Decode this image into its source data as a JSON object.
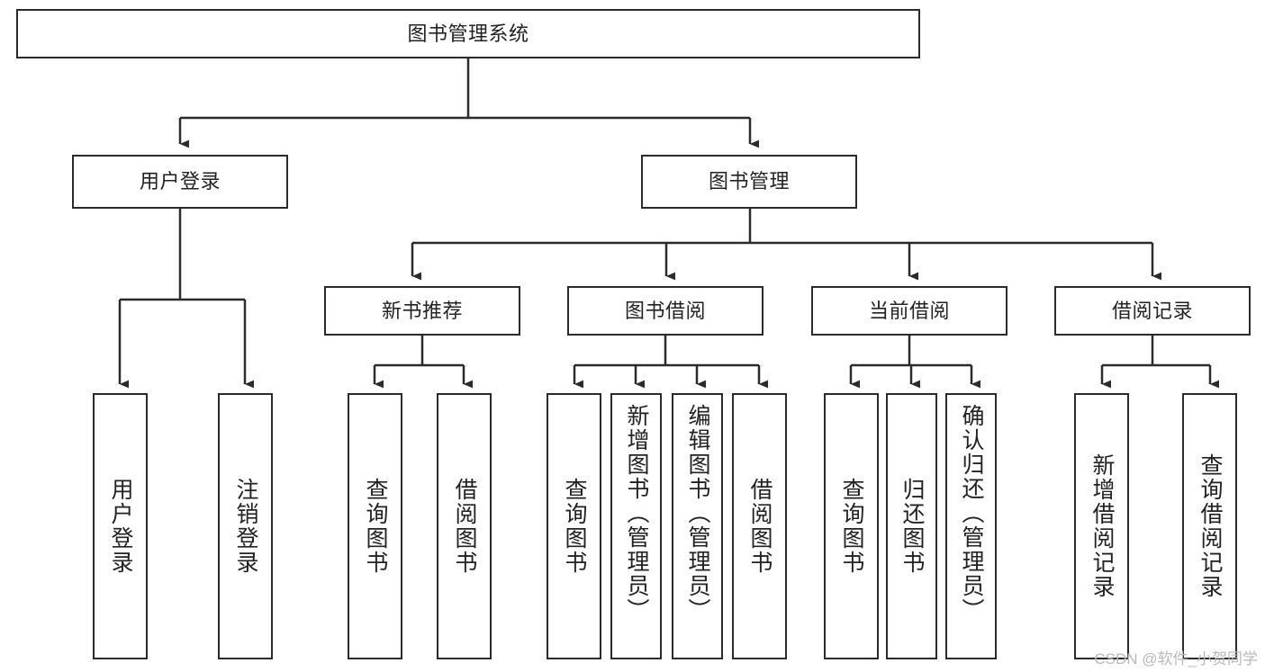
{
  "diagram": {
    "type": "tree-hierarchy-functional-decomposition",
    "title_text": "图书管理系统",
    "colors": {
      "box_border": "#2b2b2b",
      "box_fill": "#ffffff",
      "line": "#2b2b2b",
      "text": "#222222",
      "watermark": "#b9b9b9",
      "background": "#ffffff"
    },
    "root": {
      "label": "图书管理系统"
    },
    "level2": [
      {
        "label": "用户登录"
      },
      {
        "label": "图书管理"
      }
    ],
    "level3": [
      {
        "label": "新书推荐"
      },
      {
        "label": "图书借阅"
      },
      {
        "label": "当前借阅"
      },
      {
        "label": "借阅记录"
      }
    ],
    "leaves": {
      "user_login": [
        {
          "label": "用户登录"
        },
        {
          "label": "注销登录"
        }
      ],
      "new_book_recommend": [
        {
          "label": "查询图书"
        },
        {
          "label": "借阅图书"
        }
      ],
      "book_borrow": [
        {
          "label": "查询图书"
        },
        {
          "label": "新增图书（管理员）"
        },
        {
          "label": "编辑图书（管理员）"
        },
        {
          "label": "借阅图书"
        }
      ],
      "current_borrow": [
        {
          "label": "查询图书"
        },
        {
          "label": "归还图书"
        },
        {
          "label": "确认归还（管理员）"
        }
      ],
      "borrow_record": [
        {
          "label": "新增借阅记录"
        },
        {
          "label": "查询借阅记录"
        }
      ]
    },
    "watermark": "CSDN @软件_小贺同学"
  }
}
